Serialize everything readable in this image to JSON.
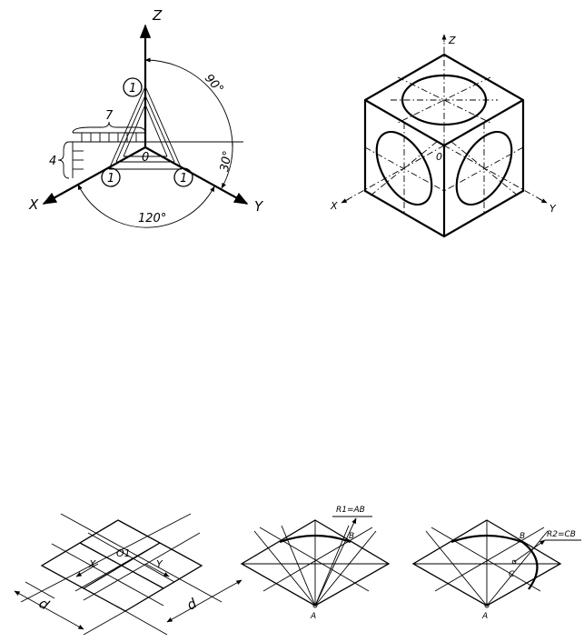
{
  "fig1": {
    "axis_z": "Z",
    "axis_x": "X",
    "axis_y": "Y",
    "origin": "0",
    "angle_90": "90°",
    "angle_30": "30°",
    "angle_120": "120°",
    "dim_7": "7",
    "dim_4": "4",
    "unit_top": "1",
    "unit_left": "1",
    "unit_right": "1"
  },
  "fig2": {
    "axis_z": "Z",
    "axis_x": "X",
    "axis_y": "Y",
    "origin": "0"
  },
  "fig3": {
    "center": "O1",
    "axis_x": "X",
    "axis_y": "Y",
    "dim_d_left": "d",
    "dim_d_right": "d"
  },
  "fig4": {
    "radius_label": "R1=AB",
    "point_b": "B",
    "point_a": "A"
  },
  "fig5": {
    "radius_label": "R2=CB",
    "point_b": "B",
    "point_c": "C",
    "point_a": "A"
  }
}
